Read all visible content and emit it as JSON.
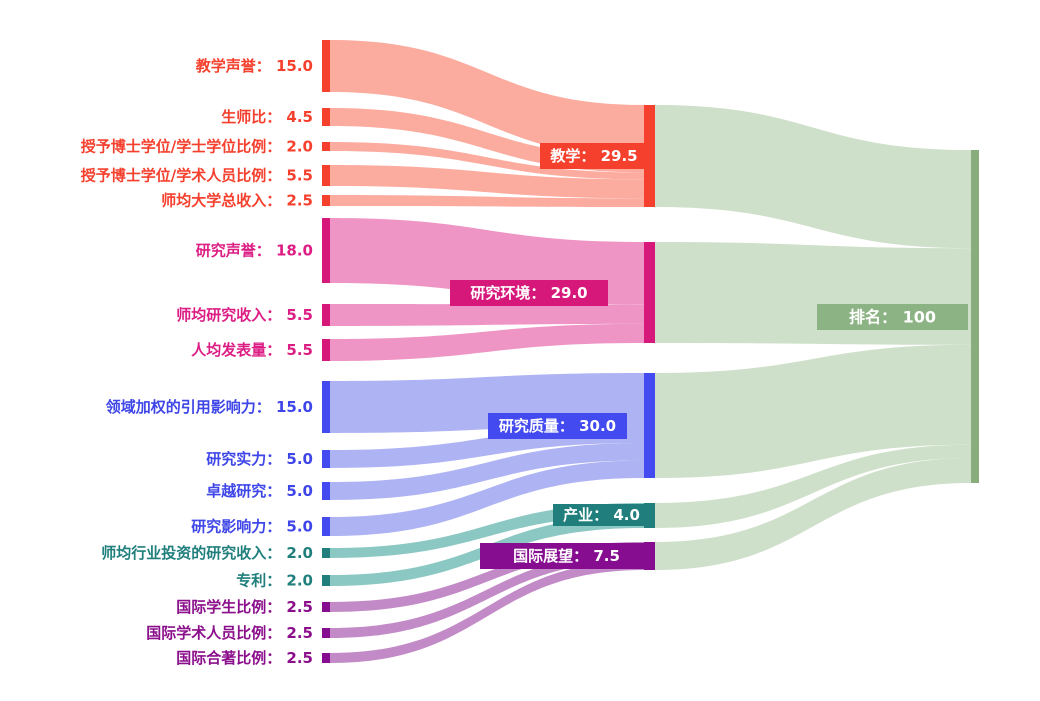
{
  "chart_data": {
    "type": "sankey",
    "orientation": "horizontal",
    "background": "#ffffff",
    "label_separator": "：  ",
    "root": {
      "name": "排名",
      "value": 100,
      "display_value": "100",
      "node_color": "#8aad7e",
      "flow_color": "#cfe0ca",
      "box_color": "#8cb384",
      "box_text_color": "#ffffff"
    },
    "categories": [
      {
        "name": "教学",
        "value": 29.5,
        "display_value": "29.5",
        "node_color": "#f5402e",
        "flow_color": "#fcab9f",
        "text_color": "#f5402e",
        "box_text_color": "#ffffff",
        "children": [
          {
            "name": "教学声誉",
            "value": 15,
            "display_value": "15.0"
          },
          {
            "name": "生师比",
            "value": 4.5,
            "display_value": "4.5"
          },
          {
            "name": "授予博士学位/学士学位比例",
            "value": 2,
            "display_value": "2.0"
          },
          {
            "name": "授予博士学位/学术人员比例",
            "value": 5.5,
            "display_value": "5.5"
          },
          {
            "name": "师均大学总收入",
            "value": 2.5,
            "display_value": "2.5"
          }
        ]
      },
      {
        "name": "研究环境",
        "value": 29.0,
        "display_value": "29.0",
        "node_color": "#d6187b",
        "flow_color": "#ef95c5",
        "text_color": "#dc1d84",
        "box_text_color": "#ffffff",
        "children": [
          {
            "name": "研究声誉",
            "value": 18,
            "display_value": "18.0"
          },
          {
            "name": "师均研究收入",
            "value": 5.5,
            "display_value": "5.5"
          },
          {
            "name": "人均发表量",
            "value": 5.5,
            "display_value": "5.5"
          }
        ]
      },
      {
        "name": "研究质量",
        "value": 30.0,
        "display_value": "30.0",
        "node_color": "#434af0",
        "flow_color": "#aeb3f3",
        "text_color": "#3f46e8",
        "box_text_color": "#ffffff",
        "children": [
          {
            "name": "领域加权的引用影响力",
            "value": 15,
            "display_value": "15.0"
          },
          {
            "name": "研究实力",
            "value": 5,
            "display_value": "5.0"
          },
          {
            "name": "卓越研究",
            "value": 5,
            "display_value": "5.0"
          },
          {
            "name": "研究影响力",
            "value": 5,
            "display_value": "5.0"
          }
        ]
      },
      {
        "name": "产业",
        "value": 4.0,
        "display_value": "4.0",
        "node_color": "#207f7d",
        "flow_color": "#8cc8c3",
        "text_color": "#207f7d",
        "box_text_color": "#ffffff",
        "children": [
          {
            "name": "师均行业投资的研究收入",
            "value": 2,
            "display_value": "2.0"
          },
          {
            "name": "专利",
            "value": 2,
            "display_value": "2.0"
          }
        ]
      },
      {
        "name": "国际展望",
        "value": 7.5,
        "display_value": "7.5",
        "node_color": "#860c90",
        "flow_color": "#c28ac6",
        "text_color": "#8b0e8b",
        "box_text_color": "#ffffff",
        "children": [
          {
            "name": "国际学生比例",
            "value": 2.5,
            "display_value": "2.5"
          },
          {
            "name": "国际学术人员比例",
            "value": 2.5,
            "display_value": "2.5"
          },
          {
            "name": "国际合著比例",
            "value": 2.5,
            "display_value": "2.5"
          }
        ]
      }
    ]
  }
}
